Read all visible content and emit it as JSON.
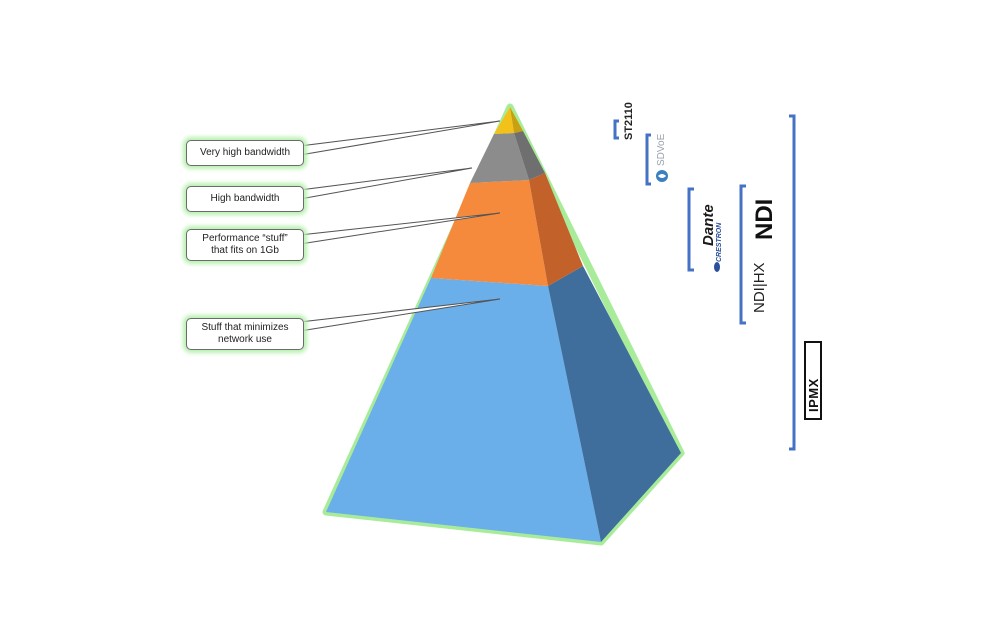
{
  "layers": [
    {
      "id": "very-high",
      "label": "Very high bandwidth",
      "front": "#f2c21a",
      "side": "#c9a010"
    },
    {
      "id": "high",
      "label": "High bandwidth",
      "front": "#8c8c8c",
      "side": "#6f6f6f"
    },
    {
      "id": "performance",
      "label": "Performance “stuff”\nthat fits on 1Gb",
      "front": "#f58a3c",
      "side": "#c2612a"
    },
    {
      "id": "minimize",
      "label": "Stuff that minimizes\nnetwork use",
      "front": "#6aaeea",
      "side": "#3f6e9c"
    }
  ],
  "outline_color": "#a8ec9a",
  "bracket_color": "#4472c4",
  "technologies": {
    "st2110": "ST2110",
    "sdvoe": "SDVoE",
    "dante": "Dante",
    "crestron": "CRESTRON",
    "ndi_hx": "NDI|HX",
    "ndi": "NDI",
    "ipmx": "IPMX"
  }
}
